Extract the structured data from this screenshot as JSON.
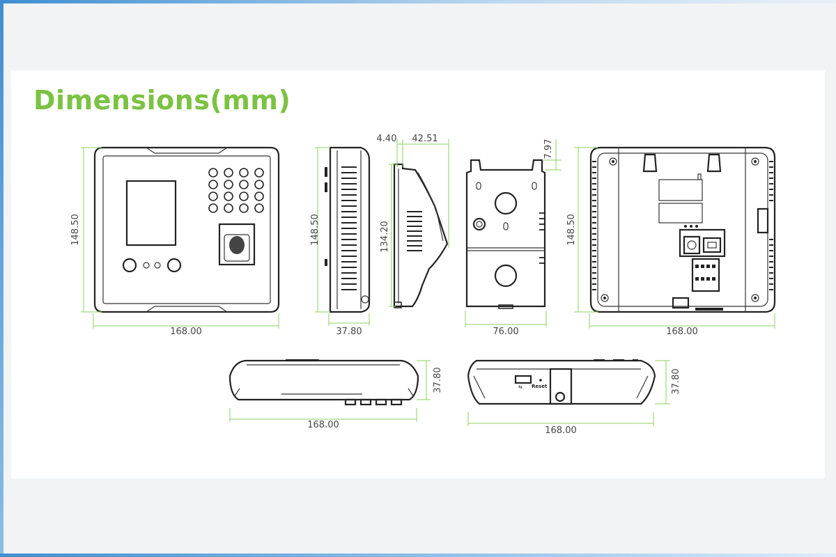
{
  "title": "Dimensions(mm)",
  "labels": {
    "front_width": "168.00",
    "front_height": "148.50",
    "side_height": "148.50",
    "side_depth": "37.80",
    "bracket_offset": "4.40",
    "bracket_depth": "42.51",
    "bracket_height": "134.20",
    "plate_top": "7.97",
    "plate_width": "76.00",
    "back_height": "148.50",
    "back_width": "168.00",
    "top_width": "168.00",
    "top_depth": "37.80",
    "bottom_width": "168.00",
    "bottom_depth": "37.80",
    "reset": "Reset"
  },
  "colors": {
    "title": "#7cc242",
    "dimension_line": "#8ccf5c",
    "outline": "#222222"
  }
}
